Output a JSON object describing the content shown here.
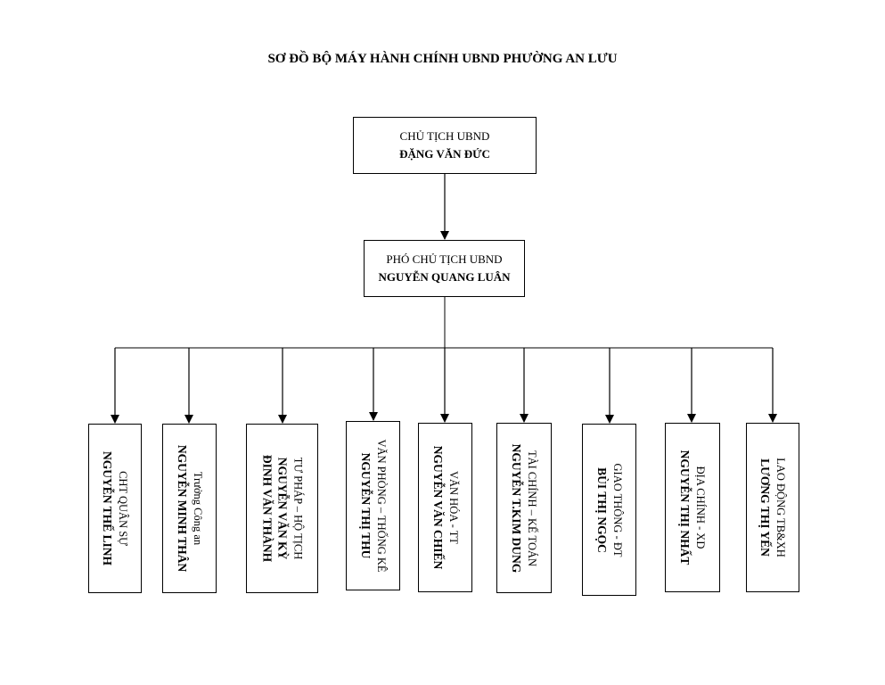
{
  "title": "SƠ ĐỒ BỘ MÁY HÀNH CHÍNH UBND PHƯỜNG AN LƯU",
  "chairman": {
    "role": "CHỦ TỊCH UBND",
    "name": "ĐẶNG VĂN ĐỨC"
  },
  "vice_chairman": {
    "role": "PHÓ CHỦ TỊCH UBND",
    "name": "NGUYỄN QUANG LUÂN"
  },
  "departments": [
    {
      "role": "CHT QUÂN SỰ",
      "names": [
        "NGUYỄN THẾ LINH"
      ]
    },
    {
      "role": "Trưởng Công an",
      "names": [
        "NGUYỄN MINH THÂN"
      ]
    },
    {
      "role": "TƯ PHÁP – HỘ TỊCH",
      "names": [
        "NGUYỄN VĂN KỲ",
        "ĐINH VĂN THÀNH"
      ]
    },
    {
      "role": "VĂN PHÒNG – THỐNG KÊ",
      "names": [
        "NGUYỄN THỊ THU"
      ]
    },
    {
      "role": "VĂN HÓA - TT",
      "names": [
        "NGUYỄN VĂN CHIẾN"
      ]
    },
    {
      "role": "TÀI CHÍNH – KẾ TOÁN",
      "names": [
        "NGUYỄN T.KIM DUNG"
      ]
    },
    {
      "role": "GIAO THÔNG - ĐT",
      "names": [
        "BÙI THỊ NGỌC"
      ]
    },
    {
      "role": "ĐỊA CHÍNH - XD",
      "names": [
        "NGUYỄN THỊ NHẤT"
      ]
    },
    {
      "role": "LAO ĐỘNG TB&XH",
      "names": [
        "LƯƠNG THỊ YẾN"
      ]
    }
  ]
}
